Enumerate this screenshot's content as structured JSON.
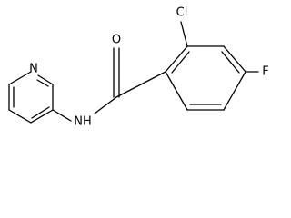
{
  "atoms": {
    "oxygen": "O",
    "chlorine": "Cl",
    "fluorine": "F",
    "amide_nh": "NH",
    "pyridine_n": "N"
  }
}
